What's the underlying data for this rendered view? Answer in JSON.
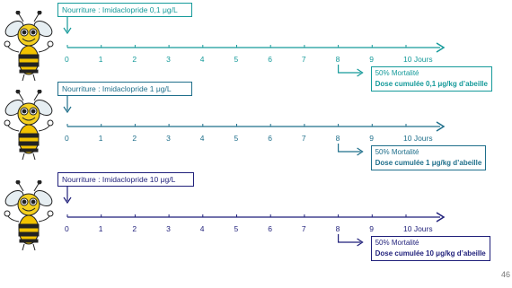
{
  "colors": {
    "panel1": "#159a9a",
    "panel2": "#1f6f8b",
    "panel3": "#1f1f7a"
  },
  "timeline": {
    "ticks": [
      "0",
      "1",
      "2",
      "3",
      "4",
      "5",
      "6",
      "7",
      "8",
      "9",
      "10 Jours"
    ],
    "mortality_day": 8
  },
  "panels": [
    {
      "food_label": "Nourriture : Imidaclopride 0,1 μg/L",
      "mortality": "50% Mortalité",
      "dose": "Dose cumulée 0,1 μg/kg d’abeille"
    },
    {
      "food_label": "Nourriture : Imidaclopride 1 μg/L",
      "mortality": "50% Mortalité",
      "dose": "Dose cumulée 1 μg/kg d’abeille"
    },
    {
      "food_label": "Nourriture : Imidaclopride 10 μg/L",
      "mortality": "50% Mortalité",
      "dose": "Dose cumulée 10 μg/kg d’abeille"
    }
  ],
  "page_number": "46"
}
